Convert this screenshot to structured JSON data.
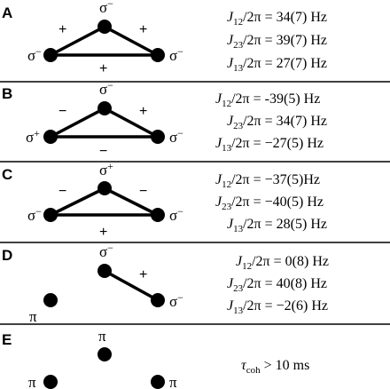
{
  "colors": {
    "ink": "#000000",
    "background": "#ffffff"
  },
  "panels": [
    {
      "label": "A",
      "sites": {
        "top": {
          "base": "σ",
          "sup": "−"
        },
        "left": {
          "base": "σ",
          "sup": "−"
        },
        "right": {
          "base": "σ",
          "sup": "−"
        }
      },
      "signs": {
        "left_edge": "+",
        "right_edge": "+",
        "bottom_edge": "+"
      },
      "equations": [
        {
          "J": "J",
          "sub": "12",
          "rest": "/2π = 34(7) Hz"
        },
        {
          "J": "J",
          "sub": "23",
          "rest": "/2π = 39(7) Hz"
        },
        {
          "J": "J",
          "sub": "13",
          "rest": "/2π = 27(7) Hz"
        }
      ]
    },
    {
      "label": "B",
      "sites": {
        "top": {
          "base": "σ",
          "sup": "−"
        },
        "left": {
          "base": "σ",
          "sup": "+"
        },
        "right": {
          "base": "σ",
          "sup": "−"
        }
      },
      "signs": {
        "left_edge": "−",
        "right_edge": "+",
        "bottom_edge": "−"
      },
      "equations": [
        {
          "J": "J",
          "sub": "12",
          "rest": "/2π = -39(5) Hz"
        },
        {
          "J": "J",
          "sub": "23",
          "rest": "/2π = 34(7) Hz"
        },
        {
          "J": "J",
          "sub": "13",
          "rest": "/2π = −27(5) Hz"
        }
      ]
    },
    {
      "label": "C",
      "sites": {
        "top": {
          "base": "σ",
          "sup": "+"
        },
        "left": {
          "base": "σ",
          "sup": "−"
        },
        "right": {
          "base": "σ",
          "sup": "−"
        }
      },
      "signs": {
        "left_edge": "−",
        "right_edge": "−",
        "bottom_edge": "+"
      },
      "equations": [
        {
          "J": "J",
          "sub": "12",
          "rest": "/2π = −37(5)Hz"
        },
        {
          "J": "J",
          "sub": "23",
          "rest": "/2π = −40(5) Hz"
        },
        {
          "J": "J",
          "sub": "13",
          "rest": "/2π = 28(5) Hz"
        }
      ]
    },
    {
      "label": "D",
      "sites": {
        "top": {
          "base": "σ",
          "sup": "−"
        },
        "left": {
          "base": "π",
          "sup": ""
        },
        "right": {
          "base": "σ",
          "sup": "−"
        }
      },
      "signs": {
        "right_edge": "+"
      },
      "equations": [
        {
          "J": "J",
          "sub": "12",
          "rest": "/2π = 0(8) Hz"
        },
        {
          "J": "J",
          "sub": "23",
          "rest": "/2π = 40(8) Hz"
        },
        {
          "J": "J",
          "sub": "13",
          "rest": "/2π = −2(6) Hz"
        }
      ]
    },
    {
      "label": "E",
      "sites": {
        "top": {
          "base": "π",
          "sup": ""
        },
        "left": {
          "base": "π",
          "sup": ""
        },
        "right": {
          "base": "π",
          "sup": ""
        }
      },
      "equations": [
        {
          "J": "τ",
          "sub": "coh",
          "rest": " > 10 ms"
        }
      ]
    }
  ]
}
